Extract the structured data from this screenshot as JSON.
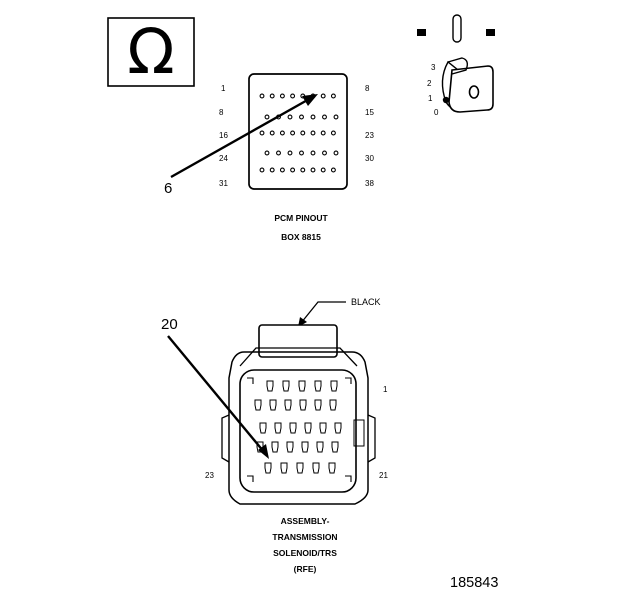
{
  "ohm_symbol": "Ω",
  "pcm": {
    "row_labels_left": [
      "1",
      "8",
      "16",
      "24",
      "31"
    ],
    "row_labels_right": [
      "8",
      "15",
      "23",
      "30",
      "38"
    ],
    "callout": "6",
    "caption_line1": "PCM PINOUT",
    "caption_line2": "BOX 8815"
  },
  "ignition": {
    "positions": [
      "3",
      "2",
      "1",
      "0"
    ]
  },
  "connector": {
    "wire_color": "BLACK",
    "callout": "20",
    "pin_label_left": "23",
    "pin_label_right_top": "1",
    "pin_label_right_bottom": "21",
    "caption": [
      "ASSEMBLY-",
      "TRANSMISSION",
      "SOLENOID/TRS",
      "(RFE)"
    ]
  },
  "figure_id": "185843"
}
